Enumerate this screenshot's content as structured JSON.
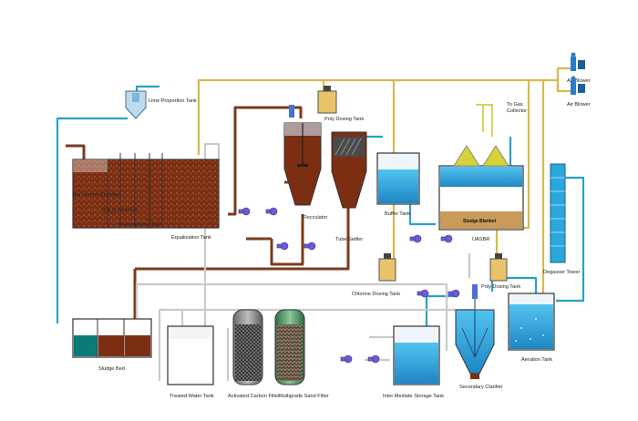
{
  "labels": {
    "air_blower_top": "Air Blower",
    "air_blower_bottom": "Air Blower",
    "lime_tank": "Lime Proportion Tank",
    "bar_screen": "Bar Screen Chamber",
    "og_chamber": "O & G Chamber",
    "neutralization": "Neutralization Tank",
    "equalization": "Equalization Tank",
    "poly_dosing_top": "Poly Dosing Tank",
    "flocculator": "Flocculator",
    "tube_settler": "Tube Settler",
    "buffer_tank": "Buffer Tank",
    "gas_collector_1": "To Gas",
    "gas_collector_2": "Collector",
    "sludge_blanket": "Sludge Blanket",
    "uasbr": "UASBR",
    "degasser": "Degasser Tower",
    "chlorine_dosing": "Chlorine Dosing Tank",
    "poly_dosing_bottom": "Poly Dosing Tank",
    "sludge_bed": "Sludge Bed",
    "treated_water": "Treated Water Tank",
    "activated_carbon": "Activated Carbon Filter",
    "multigrade": "Multigrade Sand Filter",
    "intermediate": "Inter Mediate Storage Tank",
    "secondary_clarifier": "Secondary Clarifier",
    "aeration": "Aeration Tank"
  },
  "colors": {
    "brown_pipe": "#7a3b1c",
    "yellow_pipe": "#d8b84a",
    "blue_pipe": "#2aa0c8",
    "grey_pipe": "#c9c9c9",
    "sludge": "#7b2e12",
    "water": "#2aa7dd",
    "pump": "#6f5ad6"
  }
}
